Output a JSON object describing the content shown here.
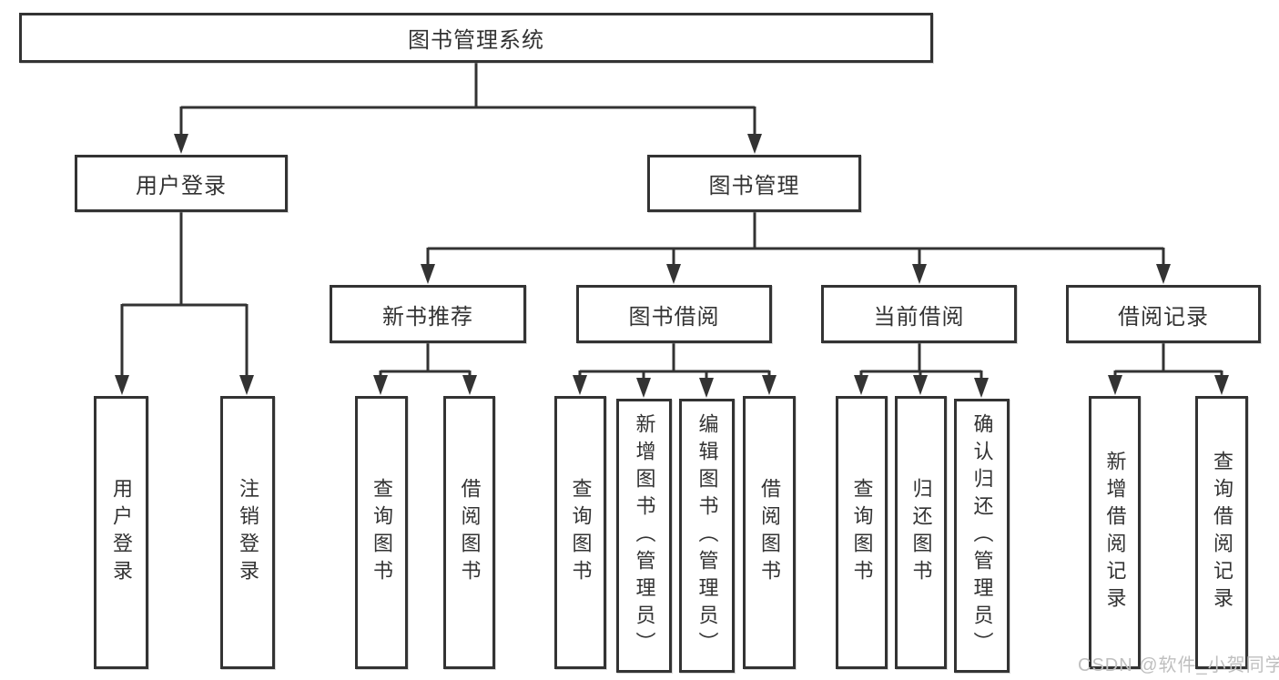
{
  "diagram": {
    "type": "hierarchy-tree",
    "colors": {
      "line": "#333333",
      "text": "#333333",
      "background": "#ffffff",
      "box_border": "#333333",
      "watermark": "#bfbfbf"
    },
    "nodes": {
      "root": {
        "label": "图书管理系统"
      },
      "branches": {
        "user_login": {
          "label": "用户登录"
        },
        "book_mgmt": {
          "label": "图书管理"
        }
      },
      "modules": {
        "new_books": {
          "label": "新书推荐"
        },
        "borrowing": {
          "label": "图书借阅"
        },
        "current": {
          "label": "当前借阅"
        },
        "records": {
          "label": "借阅记录"
        }
      },
      "leaves": {
        "user_login": {
          "label": "用户登录"
        },
        "logout": {
          "label": "注销登录"
        },
        "nb_query": {
          "label": "查询图书"
        },
        "nb_borrow": {
          "label": "借阅图书"
        },
        "bb_query": {
          "label": "查询图书"
        },
        "bb_add": {
          "label": "新增图书（管理员）"
        },
        "bb_edit": {
          "label": "编辑图书（管理员）"
        },
        "bb_borrow": {
          "label": "借阅图书"
        },
        "cb_query": {
          "label": "查询图书"
        },
        "cb_return": {
          "label": "归还图书"
        },
        "cb_confirm": {
          "label": "确认归还（管理员）"
        },
        "br_add": {
          "label": "新增借阅记录"
        },
        "br_query": {
          "label": "查询借阅记录"
        }
      }
    },
    "watermark": {
      "text": "CSDN @软件_小贺同学"
    }
  }
}
